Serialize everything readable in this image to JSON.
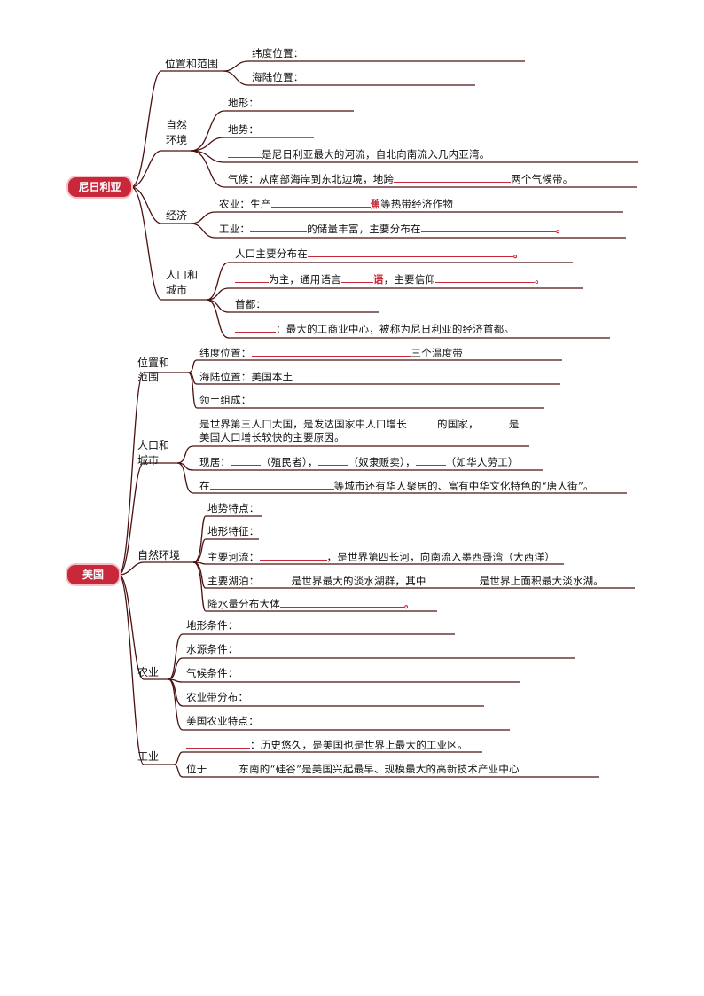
{
  "nigeria": {
    "title": "尼日利亚",
    "location": {
      "label": "位置和范围",
      "lat": "纬度位置：",
      "sea": "海陆位置："
    },
    "nature": {
      "label_l1": "自然",
      "label_l2": "环境",
      "terrain": "地形：",
      "slope": "地势：",
      "river": "是尼日利亚最大的河流，自北向南流入几内亚湾。",
      "climate_a": "气候：从南部海岸到东北边境，地跨",
      "climate_b": "两个气候带。"
    },
    "economy": {
      "label": "经济",
      "agri_a": "农业：生产",
      "agri_red": "蕉",
      "agri_b": "等热带经济作物",
      "ind_a": "工业：",
      "ind_b": "的储量丰富，主要分布在",
      "ind_c": "。"
    },
    "population": {
      "label_l1": "人口和",
      "label_l2": "城市",
      "dist_a": "人口主要分布在",
      "dist_b": "。",
      "lang_a": "为主，通用语言",
      "lang_red": "语",
      "lang_b": "，主要信仰",
      "lang_c": "。",
      "capital": "首都：",
      "econ_cap": "：最大的工商业中心，被称为尼日利亚的经济首都。"
    }
  },
  "usa": {
    "title": "美国",
    "location": {
      "label_l1": "位置和",
      "label_l2": "范围",
      "lat_a": "纬度位置：",
      "lat_b": "三个温度带",
      "sea": "海陆位置：美国本土",
      "territory": "领土组成："
    },
    "population": {
      "label_l1": "人口和",
      "label_l2": "城市",
      "line1_a": "是世界第三人口大国，是发达国家中人口增长",
      "line1_b": "的国家，",
      "line1_c": "是",
      "line2": "美国人口增长较快的主要原因。",
      "now_a": "现居：",
      "now_b": "（殖民者），",
      "now_c": "（奴隶贩卖），",
      "now_d": "（如华人劳工）",
      "china_a": "在",
      "china_b": "等城市还有华人聚居的、富有中华文化特色的“唐人街”。"
    },
    "nature": {
      "label": "自然环境",
      "slope": "地势特点：",
      "terrain": "地形特征：",
      "river_a": "主要河流：",
      "river_b": "，是世界第四长河，向南流入墨西哥湾（大西洋）",
      "lake_a": "主要湖泊：",
      "lake_b": "是世界最大的淡水湖群，其中",
      "lake_c": "是世界上面积最大淡水湖。",
      "rain_a": "降水量分布大体",
      "rain_b": "。"
    },
    "agriculture": {
      "label": "农业",
      "terrain": "地形条件：",
      "water": "水源条件：",
      "climate": "气候条件：",
      "belt": "农业带分布：",
      "feature": "美国农业特点："
    },
    "industry": {
      "label": "工业",
      "zone": "：历史悠久，是美国也是世界上最大的工业区。",
      "valley_a": "位于",
      "valley_b": "东南的“硅谷”是美国兴起最早、规模最大的高新技术产业中心"
    }
  }
}
